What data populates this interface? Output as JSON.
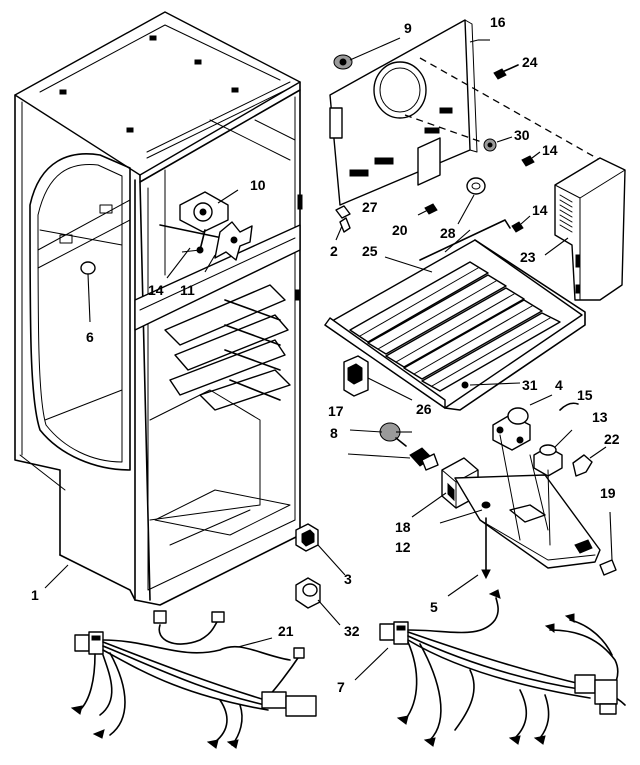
{
  "callouts": {
    "c1": "1",
    "c2": "2",
    "c3": "3",
    "c4": "4",
    "c5": "5",
    "c6": "6",
    "c7": "7",
    "c8": "8",
    "c9": "9",
    "c10": "10",
    "c11": "11",
    "c12": "12",
    "c13": "13",
    "c14a": "14",
    "c14b": "14",
    "c14c": "14",
    "c15": "15",
    "c16": "16",
    "c17": "17",
    "c18": "18",
    "c19": "19",
    "c20": "20",
    "c21": "21",
    "c22": "22",
    "c23": "23",
    "c24": "24",
    "c25": "25",
    "c26": "26",
    "c27": "27",
    "c28": "28",
    "c30": "30",
    "c31": "31",
    "c32": "32"
  },
  "icons": {
    "cabinet": "refrigerator-cabinet-liner",
    "fan": "evaporator-fan-motor",
    "bracket": "fan-mounting-bracket",
    "grille": "air-grille-cover",
    "evaporator": "evaporator-coil",
    "housing": "control-housing",
    "harness_left": "wire-harness-21",
    "harness_right": "wire-harness-7"
  },
  "colors": {
    "line": "#000000",
    "background": "#ffffff"
  }
}
